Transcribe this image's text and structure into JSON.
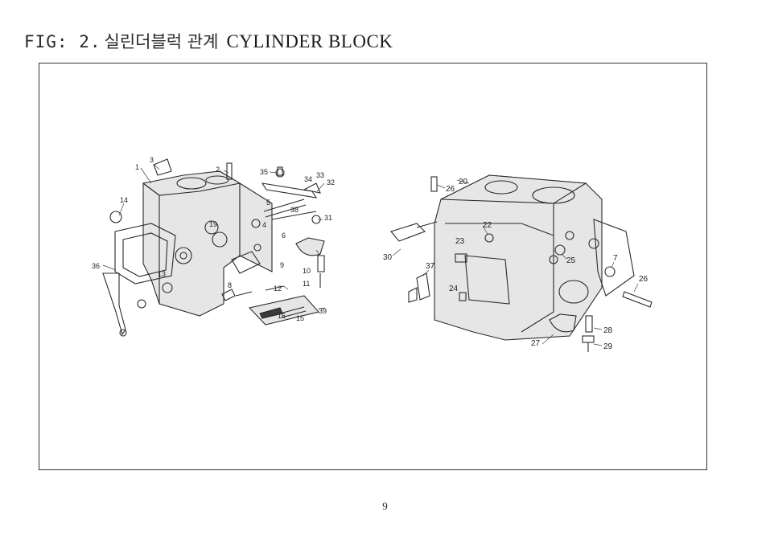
{
  "header": {
    "fig_label": "FIG: 2.",
    "title_korean": "실린더블럭 관계",
    "title_english": "CYLINDER BLOCK"
  },
  "diagram": {
    "left_assembly_callouts": [
      "3",
      "1",
      "2",
      "35",
      "34",
      "33",
      "32",
      "14",
      "5",
      "38",
      "31",
      "19",
      "4",
      "6",
      "9",
      "36",
      "13",
      "10",
      "11",
      "8",
      "12",
      "39",
      "16",
      "15"
    ],
    "right_assembly_callouts": [
      "26",
      "20",
      "22",
      "23",
      "30",
      "37",
      "25",
      "24",
      "7",
      "26",
      "28",
      "27",
      "29"
    ]
  },
  "footer": {
    "page_number": "9"
  }
}
